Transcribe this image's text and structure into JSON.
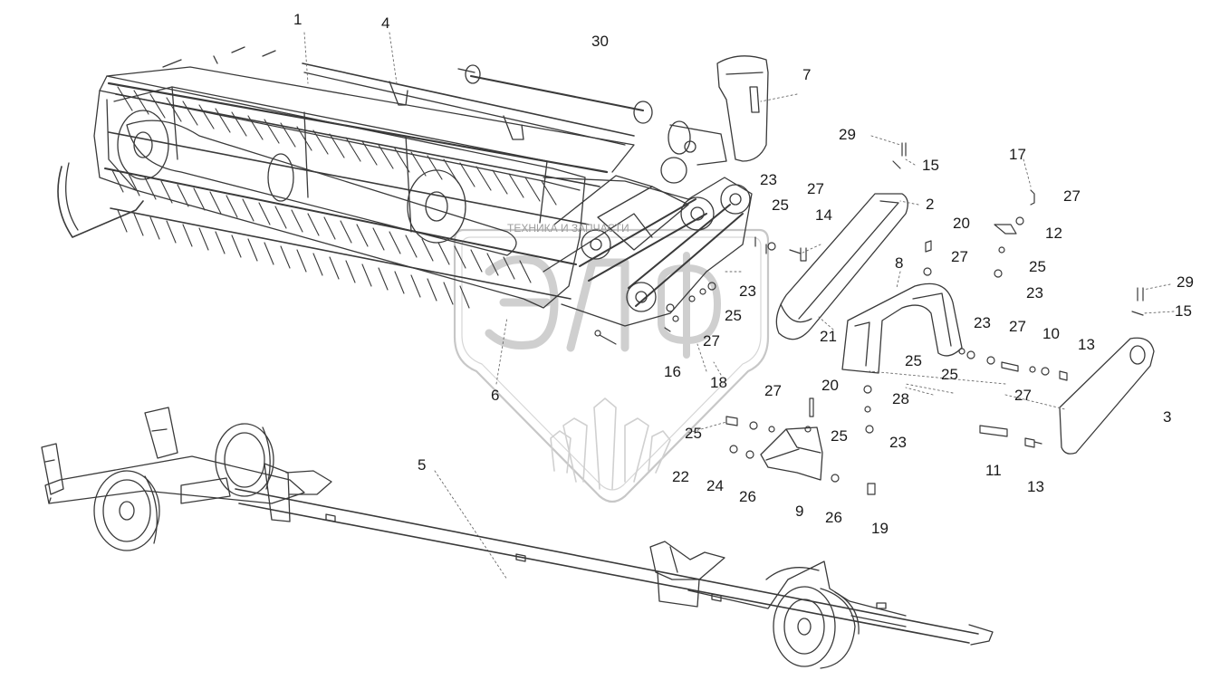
{
  "watermark": {
    "logo_letters": "ЭЛФ",
    "caption": "ТЕХНИКА И ЗАПЧАСТИ"
  },
  "callouts": [
    {
      "id": "c1",
      "label": "1"
    },
    {
      "id": "c4",
      "label": "4"
    },
    {
      "id": "c30",
      "label": "30"
    },
    {
      "id": "c7",
      "label": "7"
    },
    {
      "id": "c29a",
      "label": "29"
    },
    {
      "id": "c15a",
      "label": "15"
    },
    {
      "id": "c17",
      "label": "17"
    },
    {
      "id": "c27a",
      "label": "27"
    },
    {
      "id": "c23a",
      "label": "23"
    },
    {
      "id": "c27b",
      "label": "27"
    },
    {
      "id": "c2",
      "label": "2"
    },
    {
      "id": "c25a",
      "label": "25"
    },
    {
      "id": "c14",
      "label": "14"
    },
    {
      "id": "c20a",
      "label": "20"
    },
    {
      "id": "c12",
      "label": "12"
    },
    {
      "id": "c27c",
      "label": "27"
    },
    {
      "id": "c25b",
      "label": "25"
    },
    {
      "id": "c8",
      "label": "8"
    },
    {
      "id": "c23b",
      "label": "23"
    },
    {
      "id": "c29b",
      "label": "29"
    },
    {
      "id": "c15b",
      "label": "15"
    },
    {
      "id": "c23c",
      "label": "23"
    },
    {
      "id": "c25c",
      "label": "25"
    },
    {
      "id": "c27d",
      "label": "27"
    },
    {
      "id": "c23d",
      "label": "23"
    },
    {
      "id": "c27e",
      "label": "27"
    },
    {
      "id": "c10",
      "label": "10"
    },
    {
      "id": "c21",
      "label": "21"
    },
    {
      "id": "c13a",
      "label": "13"
    },
    {
      "id": "c25d",
      "label": "25"
    },
    {
      "id": "c25e",
      "label": "25"
    },
    {
      "id": "c16",
      "label": "16"
    },
    {
      "id": "c18",
      "label": "18"
    },
    {
      "id": "c6",
      "label": "6"
    },
    {
      "id": "c27f",
      "label": "27"
    },
    {
      "id": "c20b",
      "label": "20"
    },
    {
      "id": "c28",
      "label": "28"
    },
    {
      "id": "c27g",
      "label": "27"
    },
    {
      "id": "c3",
      "label": "3"
    },
    {
      "id": "c25f",
      "label": "25"
    },
    {
      "id": "c25g",
      "label": "25"
    },
    {
      "id": "c23e",
      "label": "23"
    },
    {
      "id": "c5",
      "label": "5"
    },
    {
      "id": "c22",
      "label": "22"
    },
    {
      "id": "c24",
      "label": "24"
    },
    {
      "id": "c26a",
      "label": "26"
    },
    {
      "id": "c11",
      "label": "11"
    },
    {
      "id": "c13b",
      "label": "13"
    },
    {
      "id": "c9",
      "label": "9"
    },
    {
      "id": "c26b",
      "label": "26"
    },
    {
      "id": "c19",
      "label": "19"
    }
  ]
}
